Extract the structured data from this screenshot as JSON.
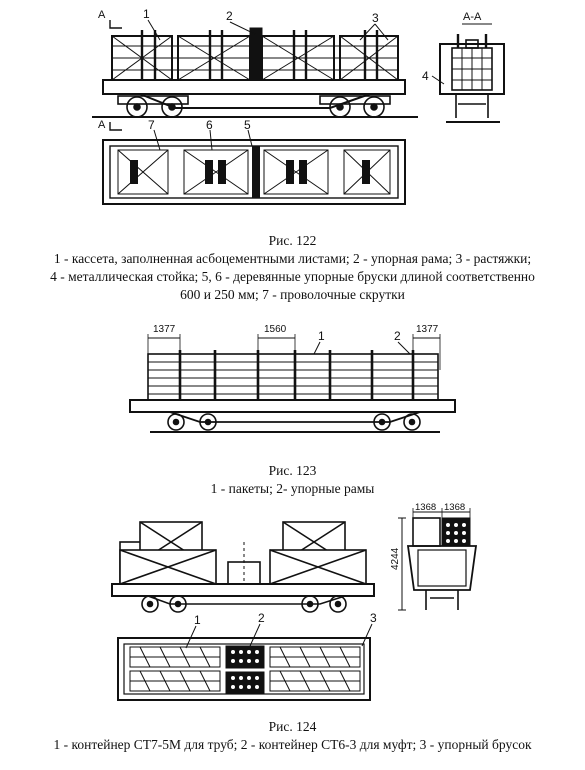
{
  "fig122": {
    "section_label": "А-А",
    "cut_marks": [
      "А",
      "А"
    ],
    "callouts": [
      "1",
      "2",
      "3",
      "4",
      "7",
      "6",
      "5"
    ],
    "title": "Рис. 122",
    "legend_line1": "1 - кассета, заполненная асбоцементными листами; 2 - упорная рама; 3 - растяжки;",
    "legend_line2": "4 - металлическая стойка; 5, 6 - деревянные упорные бруски длиной соответственно",
    "legend_line3": "600 и 250 мм; 7 - проволочные скрутки"
  },
  "fig123": {
    "dims": [
      "1377",
      "1560",
      "1377"
    ],
    "callouts": [
      "1",
      "2"
    ],
    "title": "Рис. 123",
    "legend": "1 - пакеты; 2- упорные рамы"
  },
  "fig124": {
    "dims": [
      "1368",
      "1368",
      "4244"
    ],
    "callouts": [
      "1",
      "2",
      "3"
    ],
    "title": "Рис. 124",
    "legend": "1 - контейнер СТ7-5М для труб; 2 - контейнер СТ6-3 для муфт; 3 - упорный брусок"
  }
}
